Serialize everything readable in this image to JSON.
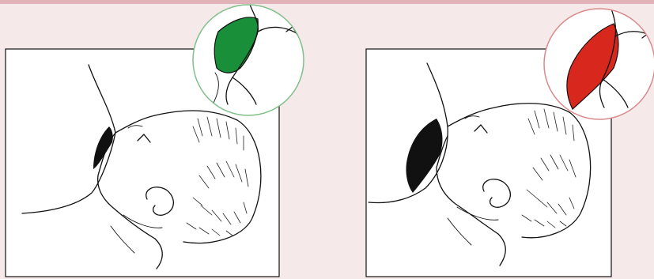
{
  "colors": {
    "background": "#f5e9ea",
    "top_band": "#e0b3b8",
    "panel_border": "#222222",
    "correct_fill": "#1a8f3a",
    "correct_ring": "#7fbf8a",
    "incorrect_fill": "#d8281e",
    "incorrect_ring": "#d9888a"
  },
  "panels": [
    {
      "id": "left",
      "marker": "green-areola-circle",
      "state": "correct-latch"
    },
    {
      "id": "right",
      "marker": "red-areola-circle",
      "state": "incorrect-latch"
    }
  ]
}
